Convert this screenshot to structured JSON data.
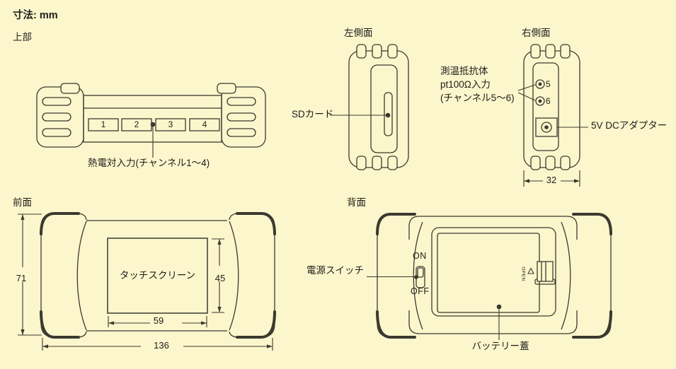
{
  "meta": {
    "bg_color": "#FCF6CC",
    "line_color": "#3A3A30",
    "dimension_note": "寸法: mm"
  },
  "top_view": {
    "label": "上部",
    "channels": [
      "1",
      "2",
      "3",
      "4"
    ],
    "thermocouple_note": "熱電対入力(チャンネル1〜4)"
  },
  "left_view": {
    "label": "左側面",
    "sd_card_label": "SDカード"
  },
  "right_view": {
    "label": "右側面",
    "rtd_line1": "測温抵抗体",
    "rtd_line2": "pt100Ω入力",
    "rtd_line3": "(チャンネル5〜6)",
    "channel5": "5",
    "channel6": "6",
    "dc_adapter_label": "5V DCアダプター",
    "width_mm": "32"
  },
  "front_view": {
    "label": "前面",
    "touchscreen_label": "タッチスクリーン",
    "height_mm": "71",
    "screen_height_mm": "45",
    "screen_width_mm": "59",
    "width_mm": "136"
  },
  "back_view": {
    "label": "背面",
    "power_switch_label": "電源スイッチ",
    "on_label": "ON",
    "off_label": "OFF",
    "open_label": "OPEN",
    "battery_cover_label": "バッテリー蓋"
  }
}
